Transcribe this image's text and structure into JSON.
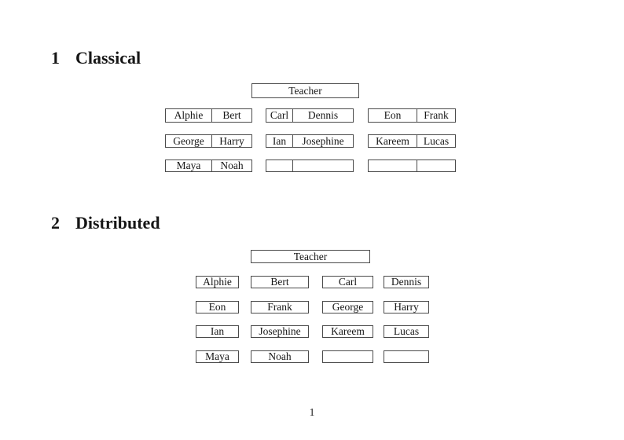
{
  "page": {
    "background": "#ffffff",
    "text_color": "#161616",
    "border_color": "#4a4a4a"
  },
  "sections": [
    {
      "heading": {
        "number": "1",
        "title": "Classical"
      },
      "teacher": "Teacher",
      "desks": [
        {
          "left": "Alphie",
          "right": "Bert"
        },
        {
          "left": "Carl",
          "right": "Dennis"
        },
        {
          "left": "Eon",
          "right": "Frank"
        },
        {
          "left": "George",
          "right": "Harry"
        },
        {
          "left": "Ian",
          "right": "Josephine"
        },
        {
          "left": "Kareem",
          "right": "Lucas"
        },
        {
          "left": "Maya",
          "right": "Noah"
        },
        {
          "left": "",
          "right": ""
        },
        {
          "left": "",
          "right": ""
        }
      ]
    },
    {
      "heading": {
        "number": "2",
        "title": "Distributed"
      },
      "teacher": "Teacher",
      "seats": [
        "Alphie",
        "Bert",
        "Carl",
        "Dennis",
        "Eon",
        "Frank",
        "George",
        "Harry",
        "Ian",
        "Josephine",
        "Kareem",
        "Lucas",
        "Maya",
        "Noah",
        "",
        ""
      ]
    }
  ],
  "footer": {
    "page_number": "1"
  }
}
